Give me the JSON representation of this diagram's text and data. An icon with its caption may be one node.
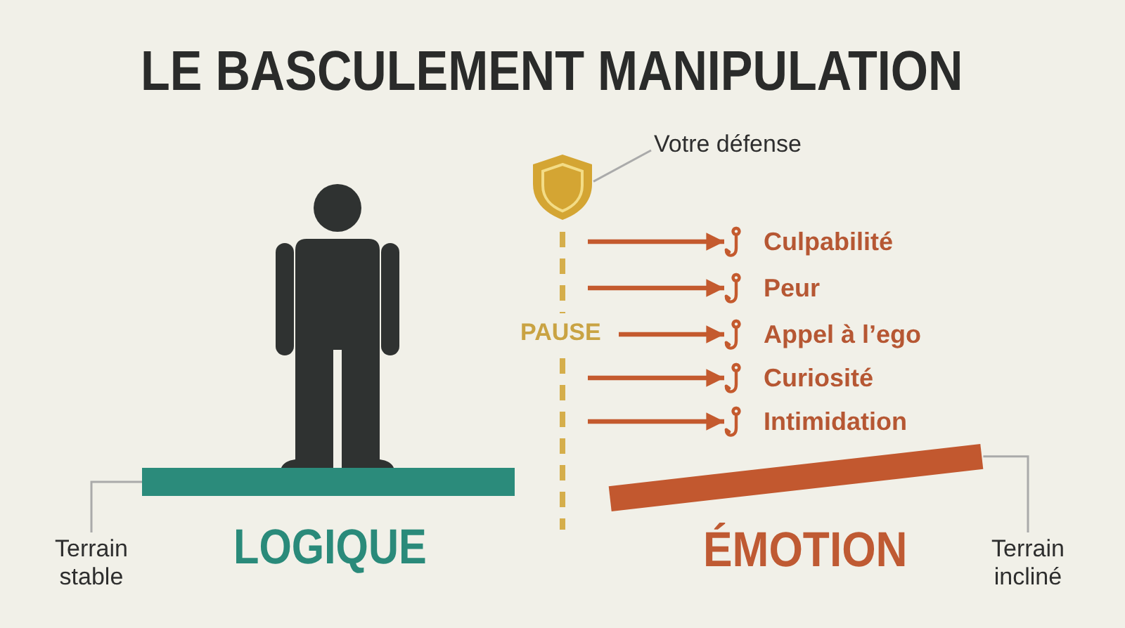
{
  "diagram": {
    "title": "LE BASCULEMENT MANIPULATION",
    "nodes": [
      {
        "text": [
          "Terrain stable"
        ]
      },
      {
        "text": [],
        "shape": "bar",
        "beside": [
          "LOGIQUE"
        ]
      },
      {
        "text": [
          "Votre défense"
        ]
      },
      {
        "text": [],
        "shape": "shield"
      },
      {
        "text": [
          "Culpabilité"
        ]
      },
      {
        "text": [
          "Peur"
        ]
      },
      {
        "text": [
          "Appel à l’ego"
        ]
      },
      {
        "text": [
          "Curiosité"
        ]
      },
      {
        "text": [
          "Intimidation"
        ]
      },
      {
        "text": [
          "Terrain incliné"
        ]
      },
      {
        "text": [],
        "shape": "bar",
        "beside": [
          "ÉMOTION"
        ]
      }
    ],
    "edges": [
      {
        "from": 0,
        "to": 1,
        "arrow": "none",
        "color": "#aaaaaa"
      },
      {
        "from": 2,
        "to": 3,
        "arrow": "none",
        "color": "#aaaaaa"
      },
      {
        "from": null,
        "to": 4,
        "arrow": "to"
      },
      {
        "from": null,
        "to": 5,
        "arrow": "to"
      },
      {
        "from": null,
        "to": 6,
        "arrow": "to"
      },
      {
        "from": null,
        "to": 7,
        "arrow": "to"
      },
      {
        "from": null,
        "to": 8,
        "arrow": "to"
      },
      {
        "from": 9,
        "to": 10,
        "arrow": "none",
        "color": "#aaaaaa"
      }
    ],
    "labels": [
      "PAUSE"
    ]
  }
}
